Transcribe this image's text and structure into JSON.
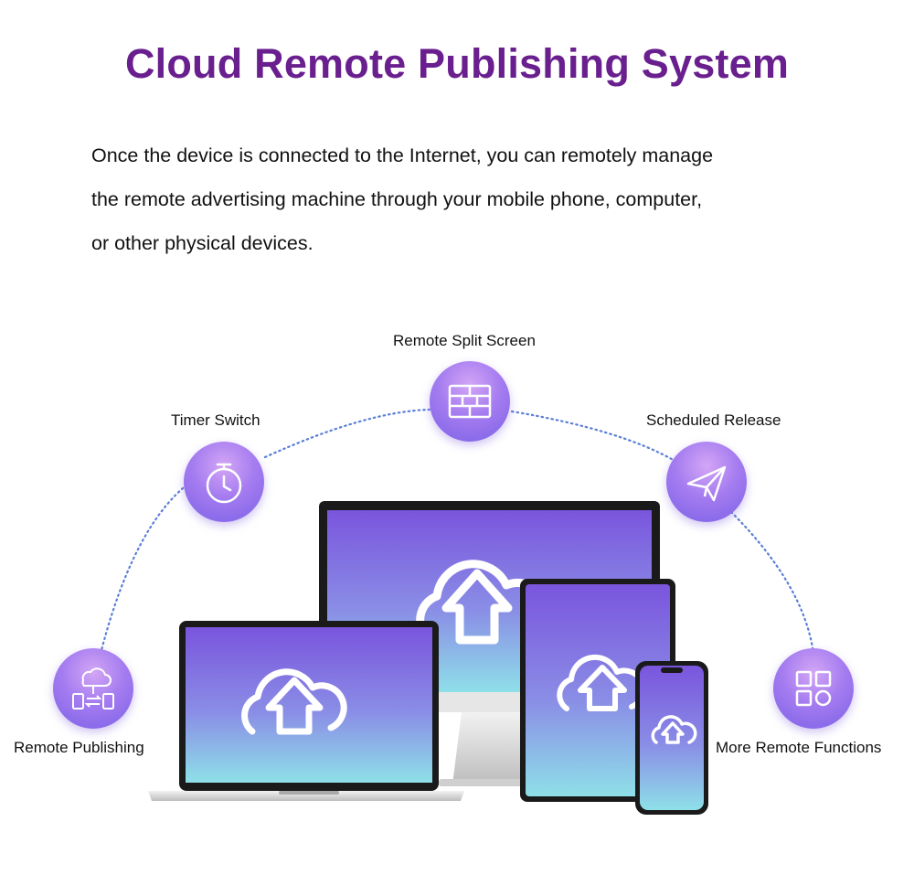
{
  "header": {
    "title": "Cloud Remote Publishing System",
    "description_lines": [
      "Once the device is connected to the Internet, you can remotely manage",
      "the remote advertising machine through your mobile phone, computer,",
      "or other physical devices."
    ]
  },
  "features": {
    "remote_publishing": "Remote Publishing",
    "timer_switch": "Timer Switch",
    "remote_split_screen": "Remote Split Screen",
    "scheduled_release": "Scheduled Release",
    "more_remote_functions": "More Remote Functions"
  },
  "colors": {
    "title": "#6a1f8f",
    "node_gradient_top": "#d3a6f5",
    "node_gradient_bottom": "#7b61e6",
    "screen_gradient_top": "#7a55dd",
    "screen_gradient_bottom": "#8ee0e8",
    "arc_dots": "#5b7fd6"
  },
  "icons": {
    "remote_publishing": "devices-sync-icon",
    "timer_switch": "stopwatch-icon",
    "remote_split_screen": "split-grid-icon",
    "scheduled_release": "paper-plane-icon",
    "more_remote_functions": "apps-grid-icon",
    "device_screen": "cloud-upload-icon"
  }
}
